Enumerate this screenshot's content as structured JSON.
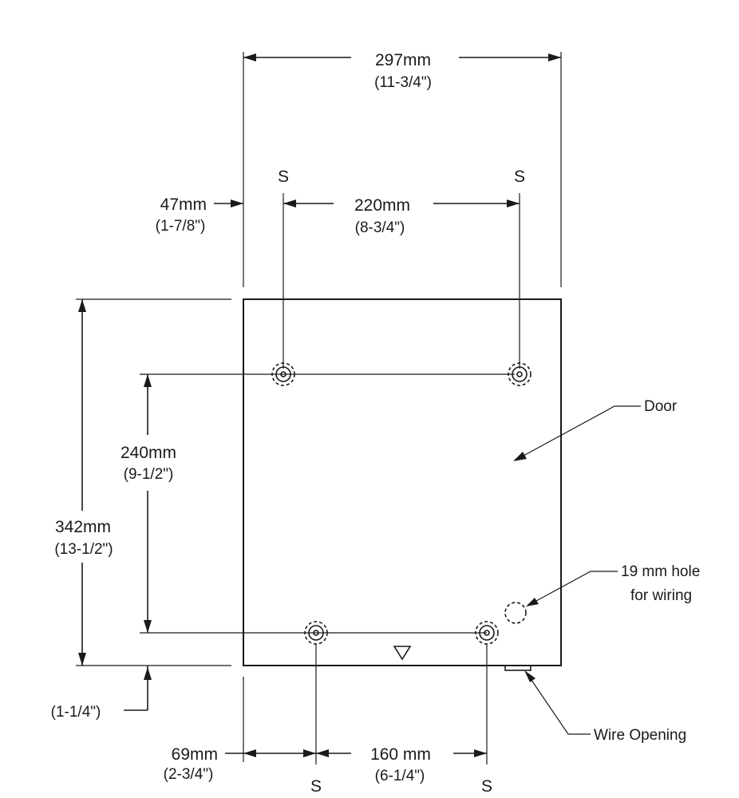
{
  "dimensions": {
    "overall_width": {
      "mm": "297mm",
      "inch": "(11-3/4\")"
    },
    "top_offset": {
      "mm": "47mm",
      "inch": "(1-7/8\")"
    },
    "top_spacing": {
      "mm": "220mm",
      "inch": "(8-3/4\")"
    },
    "vertical_spacing": {
      "mm": "240mm",
      "inch": "(9-1/2\")"
    },
    "overall_height": {
      "mm": "342mm",
      "inch": "(13-1/2\")"
    },
    "bottom_offset": {
      "inch": "(1-1/4\")"
    },
    "bottom_left_offset": {
      "mm": "69mm",
      "inch": "(2-3/4\")"
    },
    "bottom_spacing": {
      "mm": "160 mm",
      "inch": "(6-1/4\")"
    }
  },
  "markers": {
    "screw": "S"
  },
  "callouts": {
    "door": "Door",
    "hole_line1": "19 mm hole",
    "hole_line2": "for wiring",
    "wire_opening": "Wire Opening"
  }
}
